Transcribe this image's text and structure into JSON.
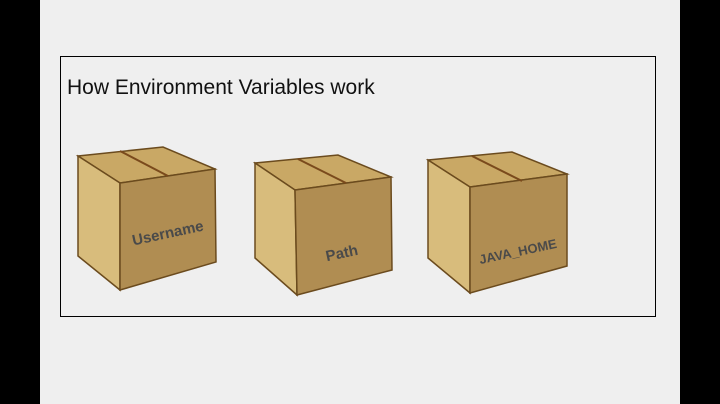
{
  "slide": {
    "title": "How Environment Variables work"
  },
  "boxes": [
    {
      "label": "Username"
    },
    {
      "label": "Path"
    },
    {
      "label": "JAVA_HOME"
    }
  ],
  "colors": {
    "box_top": "#c9a865",
    "box_left": "#d8bc7c",
    "box_front": "#b08d52",
    "box_outline": "#6b4b1e",
    "tape_line": "#7a4a1c"
  }
}
